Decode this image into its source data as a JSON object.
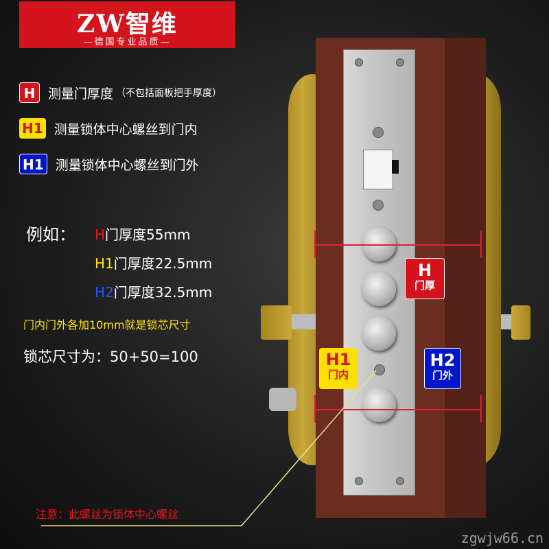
{
  "logo": {
    "brand": "ZW智维",
    "slogan": "—德国专业品质—"
  },
  "legend": [
    {
      "badge": "H",
      "text": "测量门厚度",
      "note": "（不包括面板把手厚度）"
    },
    {
      "badge": "H1",
      "text": "测量锁体中心螺丝到门内"
    },
    {
      "badge": "H1",
      "text": "测量锁体中心螺丝到门外"
    }
  ],
  "example": {
    "prefix": "例如：",
    "line1": {
      "key": "H",
      "text": "门厚度55mm"
    },
    "line2": {
      "key": "H1",
      "text": "门厚度22.5mm"
    },
    "line3": {
      "key": "H2",
      "text": "门厚度32.5mm"
    },
    "note": "门内门外各加10mm就是锁芯尺寸",
    "result": "锁芯尺寸为：50+50=100"
  },
  "tags": {
    "h": {
      "big": "H",
      "small": "门厚"
    },
    "h1": {
      "big": "H1",
      "small": "门内"
    },
    "h2": {
      "big": "H2",
      "small": "门外"
    }
  },
  "notice": "注意：此螺丝为锁体中心螺丝",
  "watermark": "zgwjw66.cn",
  "colors": {
    "red": "#d4141c",
    "yellow": "#ffe000",
    "blue": "#0016c8",
    "door": "#6b2d20"
  }
}
